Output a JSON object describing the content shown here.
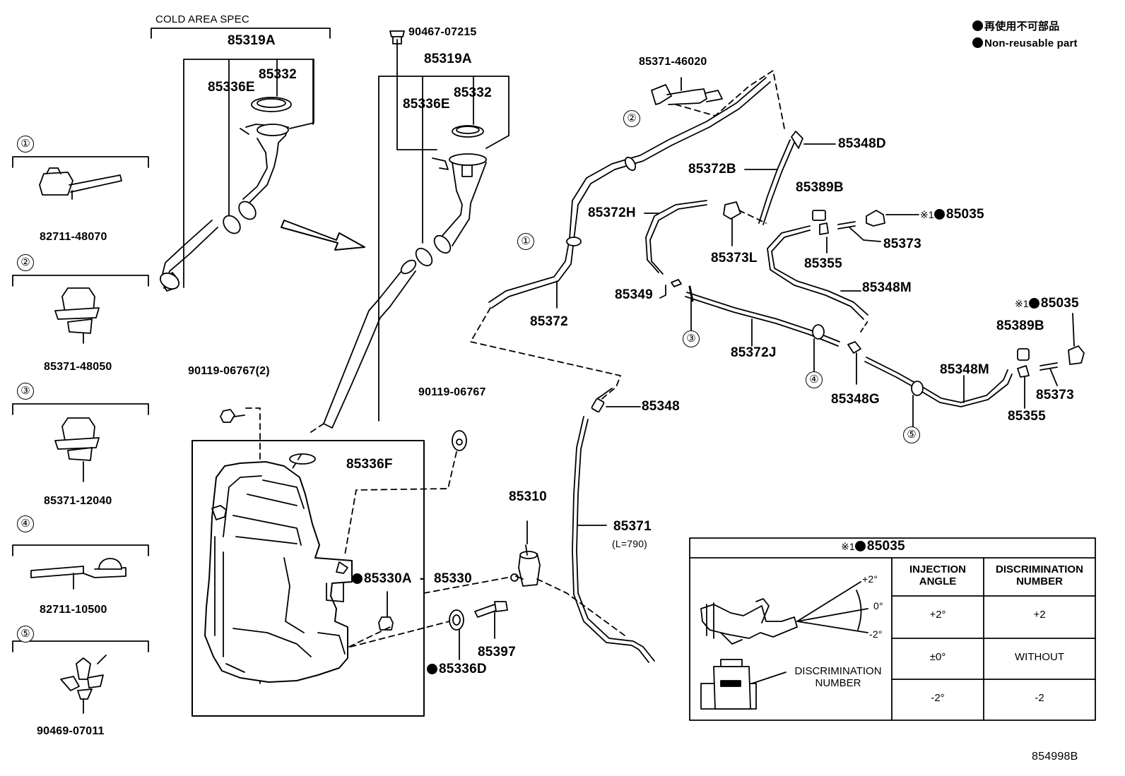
{
  "legend": {
    "line1": "再使用不可部品",
    "line2": "Non-reusable part"
  },
  "cold_area": {
    "heading": "COLD AREA SPEC",
    "assembly": "85319A",
    "gasket": "85336E",
    "cap": "85332"
  },
  "main_filler": {
    "clip": "90467-07215",
    "assembly": "85319A",
    "gasket": "85336E",
    "cap": "85332"
  },
  "callouts": {
    "c1": {
      "num": "①",
      "part": "82711-48070"
    },
    "c2": {
      "num": "②",
      "part": "85371-48050"
    },
    "c3": {
      "num": "③",
      "part": "85371-12040"
    },
    "c4": {
      "num": "④",
      "part": "82711-10500"
    },
    "c5": {
      "num": "⑤",
      "part": "90469-07011"
    }
  },
  "tank": {
    "bolt_2": "90119-06767(2)",
    "bolt": "90119-06767",
    "grommet_f": "85336F",
    "grommet_a": "85330A",
    "tank": "85330",
    "grommet_d": "85336D",
    "sensor": "85397",
    "pump": "85310"
  },
  "hoses": {
    "connector_top": "85371-46020",
    "joint_d": "85348D",
    "hose_b": "85372B",
    "hose_h": "85372H",
    "plug_l": "85373L",
    "valve_349": "85349",
    "hose_372": "85372",
    "hose_j": "85372J",
    "joint_348": "85348",
    "hose_371": "85371",
    "hose_371_len": "(L=790)",
    "joint_g": "85348G",
    "hose_m1": "85348M",
    "hose_m2": "85348M",
    "cap_b1": "85389B",
    "cap_b2": "85389B",
    "nozzle_1": "※1",
    "nozzle_1_part": "85035",
    "nozzle_2": "※1",
    "nozzle_2_part": "85035",
    "tube_1": "85373",
    "tube_2": "85373",
    "check_1": "85355",
    "check_2": "85355",
    "mark1": "①",
    "mark2": "②",
    "mark3": "③",
    "mark4": "④",
    "mark5": "⑤"
  },
  "inset": {
    "title_prefix": "※1",
    "title_part": "85035",
    "col1": "INJECTION ANGLE",
    "col1_a": "INJECTION",
    "col1_b": "ANGLE",
    "col2_a": "DISCRIMINATION",
    "col2_b": "NUMBER",
    "rows": [
      {
        "angle": "+2°",
        "num": "+2"
      },
      {
        "angle": "±0°",
        "num": "WITHOUT"
      },
      {
        "angle": "-2°",
        "num": "-2"
      }
    ],
    "ang_plus": "+2°",
    "ang_zero": "0°",
    "ang_minus": "-2°",
    "disc_a": "DISCRIMINATION",
    "disc_b": "NUMBER"
  },
  "figure_id": "854998B"
}
